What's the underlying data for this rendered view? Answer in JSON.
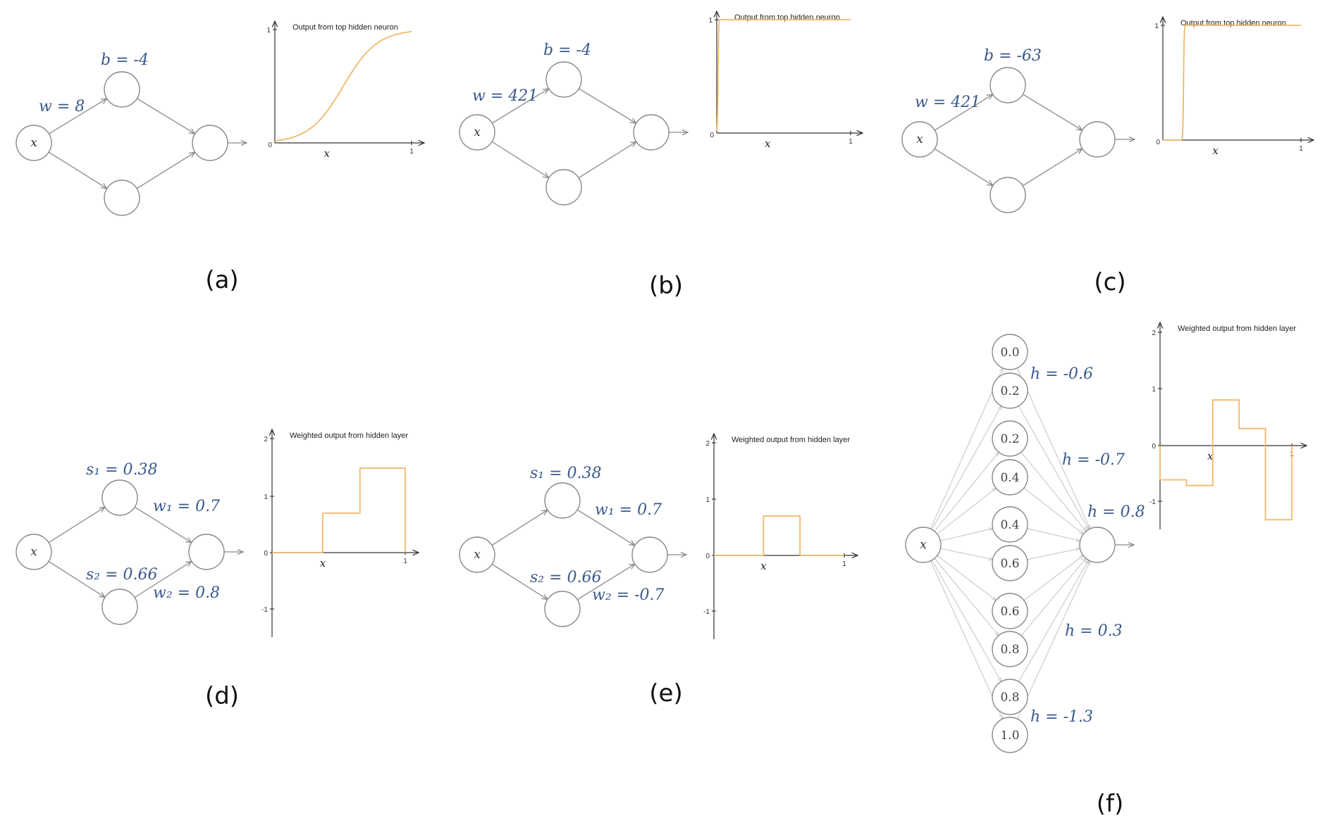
{
  "colors": {
    "label": "#3a5a8c",
    "curve": "#f0b86a",
    "edge": "#8a8a8a"
  },
  "panels": [
    {
      "id": "a",
      "caption": "(a)",
      "labels": {
        "w": "w = 8",
        "b": "b = -4"
      },
      "chart_data": {
        "type": "line",
        "title": "Output from top hidden neuron",
        "xlabel": "x",
        "x_ticks": [
          "0",
          "1"
        ],
        "y_ticks": [
          "1"
        ],
        "ylim": [
          0,
          1
        ],
        "sigmoid": {
          "w": 8,
          "b": -4
        }
      }
    },
    {
      "id": "b",
      "caption": "(b)",
      "labels": {
        "w": "w = 421",
        "b": "b = -4"
      },
      "chart_data": {
        "type": "line",
        "title": "Output from top hidden neuron",
        "xlabel": "x",
        "x_ticks": [
          "0",
          "1"
        ],
        "y_ticks": [
          "1"
        ],
        "ylim": [
          0,
          1
        ],
        "sigmoid": {
          "w": 421,
          "b": -4
        }
      }
    },
    {
      "id": "c",
      "caption": "(c)",
      "labels": {
        "w": "w = 421",
        "b": "b = -63"
      },
      "chart_data": {
        "type": "line",
        "title": "Output from top hidden neuron",
        "xlabel": "x",
        "x_ticks": [
          "0",
          "1"
        ],
        "y_ticks": [
          "1"
        ],
        "ylim": [
          0,
          1
        ],
        "sigmoid": {
          "w": 421,
          "b": -63
        }
      }
    },
    {
      "id": "d",
      "caption": "(d)",
      "labels": {
        "s1": "s₁ = 0.38",
        "s2": "s₂ = 0.66",
        "w1": "w₁ = 0.7",
        "w2": "w₂ = 0.8"
      },
      "chart_data": {
        "type": "line",
        "title": "Weighted output from hidden layer",
        "xlabel": "x",
        "x_ticks": [
          "1"
        ],
        "y_ticks": [
          "2",
          "1",
          "0",
          "-1"
        ],
        "ylim": [
          -1.5,
          2
        ],
        "steps": [
          [
            0,
            0
          ],
          [
            0.38,
            0.7
          ],
          [
            0.66,
            1.5
          ],
          [
            1,
            1.5
          ]
        ]
      }
    },
    {
      "id": "e",
      "caption": "(e)",
      "labels": {
        "s1": "s₁ = 0.38",
        "s2": "s₂ = 0.66",
        "w1": "w₁ = 0.7",
        "w2": "w₂ = -0.7"
      },
      "chart_data": {
        "type": "line",
        "title": "Weighted output from hidden layer",
        "xlabel": "x",
        "x_ticks": [
          "1"
        ],
        "y_ticks": [
          "2",
          "1",
          "0",
          "-1"
        ],
        "ylim": [
          -1.5,
          2
        ],
        "steps": [
          [
            0,
            0
          ],
          [
            0.38,
            0.7
          ],
          [
            0.66,
            0
          ],
          [
            1,
            0
          ]
        ]
      }
    },
    {
      "id": "f",
      "caption": "(f)",
      "node_values": [
        "0.0",
        "0.2",
        "0.2",
        "0.4",
        "0.4",
        "0.6",
        "0.6",
        "0.8",
        "0.8",
        "1.0"
      ],
      "h_labels": [
        "h = -0.6",
        "h = -0.7",
        "h = 0.8",
        "h = 0.3",
        "h = -1.3"
      ],
      "chart_data": {
        "type": "line",
        "title": "Weighted output from hidden layer",
        "xlabel": "x",
        "x_ticks": [
          "1"
        ],
        "y_ticks": [
          "2",
          "1",
          "0",
          "-1"
        ],
        "ylim": [
          -1.5,
          2
        ],
        "steps": [
          [
            0,
            -0.6
          ],
          [
            0.2,
            -0.7
          ],
          [
            0.4,
            0.8
          ],
          [
            0.6,
            0.3
          ],
          [
            0.8,
            -1.3
          ],
          [
            1,
            -1.3
          ]
        ]
      }
    }
  ],
  "input_label": "x"
}
